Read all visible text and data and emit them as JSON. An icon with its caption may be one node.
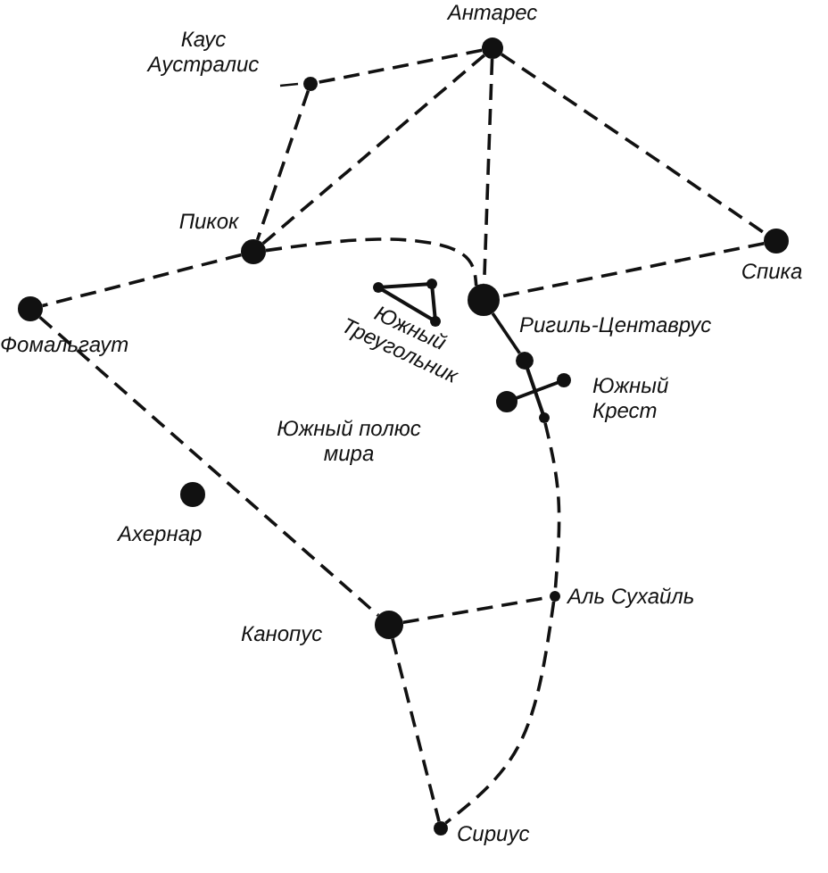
{
  "diagram": {
    "nodes": [
      {
        "text": [
          "Антарес"
        ]
      },
      {
        "text": [
          "Каус Аустралис"
        ]
      },
      {
        "text": [
          "Пикок"
        ]
      },
      {
        "text": [
          "Фомальгаут"
        ]
      },
      {
        "text": [
          "Спика"
        ]
      },
      {
        "text": [
          "Ригиль-Центаврус"
        ]
      },
      {
        "text": [
          "Южный Треугольник"
        ]
      },
      {
        "text": [
          "Южный Крест"
        ]
      },
      {
        "text": [
          "Ахернар"
        ]
      },
      {
        "text": [
          "Канопус"
        ]
      },
      {
        "text": [
          "Аль Сухайль"
        ]
      },
      {
        "text": [
          "Сириус"
        ]
      }
    ],
    "edges": [
      {
        "from": 0,
        "to": 1,
        "arrow": "none",
        "style": "dashed"
      },
      {
        "from": 0,
        "to": 2,
        "arrow": "none",
        "style": "dashed"
      },
      {
        "from": 0,
        "to": 5,
        "arrow": "none",
        "style": "dashed"
      },
      {
        "from": 0,
        "to": 4,
        "arrow": "none",
        "style": "dashed"
      },
      {
        "from": 1,
        "to": 2,
        "arrow": "none",
        "style": "dashed"
      },
      {
        "from": 2,
        "to": 3,
        "arrow": "none",
        "style": "dashed"
      },
      {
        "from": 2,
        "to": 5,
        "arrow": "none",
        "style": "dashed"
      },
      {
        "from": 4,
        "to": 5,
        "arrow": "none",
        "style": "dashed"
      },
      {
        "from": 5,
        "to": 7,
        "arrow": "none"
      },
      {
        "from": 7,
        "to": 10,
        "arrow": "none",
        "style": "dashed"
      },
      {
        "from": 3,
        "to": 9,
        "arrow": "none",
        "style": "dashed"
      },
      {
        "from": 9,
        "to": 10,
        "arrow": "none",
        "style": "dashed"
      },
      {
        "from": 9,
        "to": 11,
        "arrow": "none",
        "style": "dashed"
      },
      {
        "from": 10,
        "to": 11,
        "arrow": "none",
        "style": "dashed"
      }
    ],
    "labels": [
      "Южный полюс мира"
    ]
  }
}
